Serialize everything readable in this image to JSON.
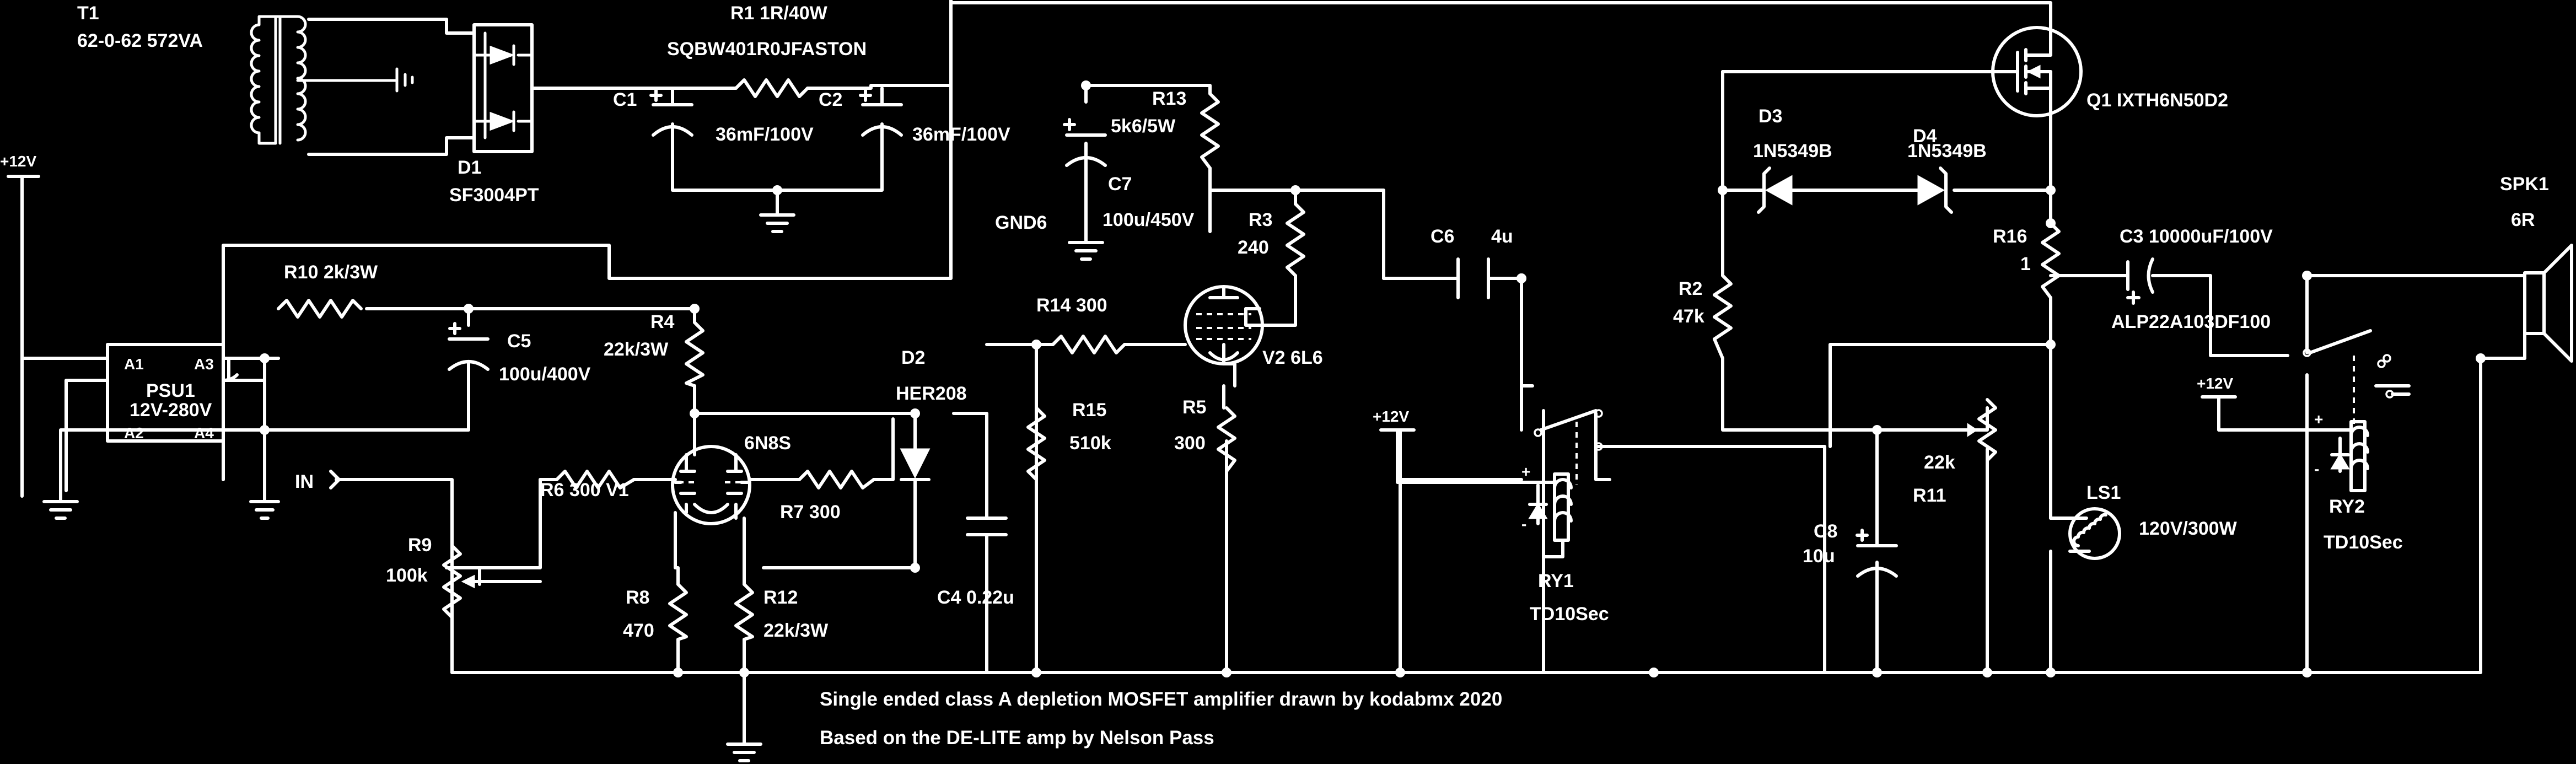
{
  "title_lines": [
    "Single ended class A depletion MOSFET amplifier drawn by kodabmx 2020",
    "Based on the DE-LITE amp by Nelson Pass"
  ],
  "t1": {
    "ref": "T1",
    "value": "62-0-62 572VA"
  },
  "d1": {
    "ref": "D1",
    "value": "SF3004PT"
  },
  "r1": {
    "ref": "R1",
    "value": "1R/40W",
    "part": "SQBW401R0JFASTON"
  },
  "c1": {
    "ref": "C1",
    "value": "36mF/100V"
  },
  "c2": {
    "ref": "C2",
    "value": "36mF/100V"
  },
  "c7": {
    "ref": "C7",
    "value": "100u/450V"
  },
  "r13": {
    "ref": "R13",
    "value": "5k6/5W"
  },
  "gnd6": "GND6",
  "q1": {
    "ref": "Q1",
    "value": "IXTH6N50D2"
  },
  "d3": {
    "ref": "D3",
    "value": "1N5349B"
  },
  "d4": {
    "ref": "D4",
    "value": "1N5349B"
  },
  "spk1": {
    "ref": "SPK1",
    "value": "6R"
  },
  "supply_12v": "+12V",
  "psu1": {
    "ref": "PSU1",
    "value": "12V-280V",
    "pin_a1": "A1",
    "pin_a2": "A2",
    "pin_a3": "A3",
    "pin_a4": "A4"
  },
  "r10": {
    "ref": "R10",
    "value": "2k/3W"
  },
  "c5": {
    "ref": "C5",
    "value": "100u/400V"
  },
  "r4": {
    "ref": "R4",
    "value": "22k/3W"
  },
  "d2": {
    "ref": "D2",
    "value": "HER208"
  },
  "r14": {
    "ref": "R14",
    "value": "300"
  },
  "r3": {
    "ref": "R3",
    "value": "240"
  },
  "c6": {
    "ref": "C6",
    "value": "4u"
  },
  "r16": {
    "ref": "R16",
    "value": "1"
  },
  "c3": {
    "ref": "C3",
    "value": "10000uF/100V",
    "part": "ALP22A103DF100"
  },
  "r2": {
    "ref": "R2",
    "value": "47k"
  },
  "r15": {
    "ref": "R15",
    "value": "510k"
  },
  "v2": {
    "ref": "V2",
    "value": "6L6"
  },
  "r5": {
    "ref": "R5",
    "value": "300"
  },
  "input_label": "IN",
  "r6": {
    "ref": "R6",
    "value": "300"
  },
  "v1": {
    "ref": "V1",
    "value": "6N8S"
  },
  "r7": {
    "ref": "R7",
    "value": "300"
  },
  "r9": {
    "ref": "R9",
    "value": "100k"
  },
  "c4": {
    "ref": "C4",
    "value": "0.22u"
  },
  "r8": {
    "ref": "R8",
    "value": "470"
  },
  "r12": {
    "ref": "R12",
    "value": "22k/3W"
  },
  "r11": {
    "ref": "R11",
    "value": "22k"
  },
  "c8": {
    "ref": "C8",
    "value": "10u"
  },
  "ls1": {
    "ref": "LS1",
    "value": "120V/300W"
  },
  "ry1": {
    "ref": "RY1",
    "value": "TD10Sec"
  },
  "ry2": {
    "ref": "RY2",
    "value": "TD10Sec"
  },
  "pol_plus": "+",
  "pol_minus": "-"
}
